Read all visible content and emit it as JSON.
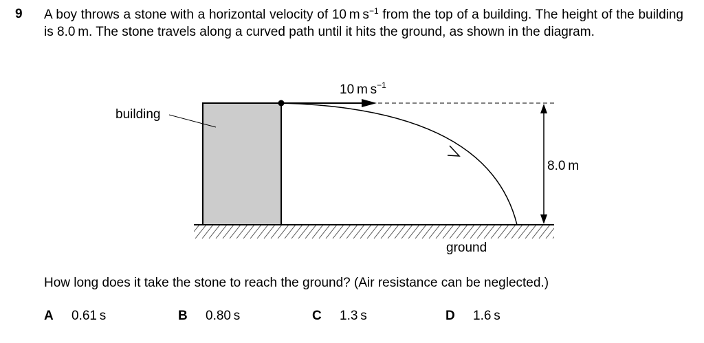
{
  "question": {
    "number": "9",
    "text_part1": "A boy throws a stone with a horizontal velocity of 10 m s",
    "text_sup": "−1",
    "text_part2": " from the top of a building. The height of the building is 8.0 m. The stone travels along a curved path until it hits the ground, as shown in the diagram."
  },
  "diagram": {
    "building_label": "building",
    "velocity_label_base": "10 m s",
    "velocity_label_sup": "−1",
    "height_label": "8.0 m",
    "ground_label": "ground"
  },
  "prompt": "How long does it take the stone to reach the ground? (Air resistance can be neglected.)",
  "options": [
    {
      "letter": "A",
      "value": "0.61 s"
    },
    {
      "letter": "B",
      "value": "0.80 s"
    },
    {
      "letter": "C",
      "value": "1.3 s"
    },
    {
      "letter": "D",
      "value": "1.6 s"
    }
  ]
}
